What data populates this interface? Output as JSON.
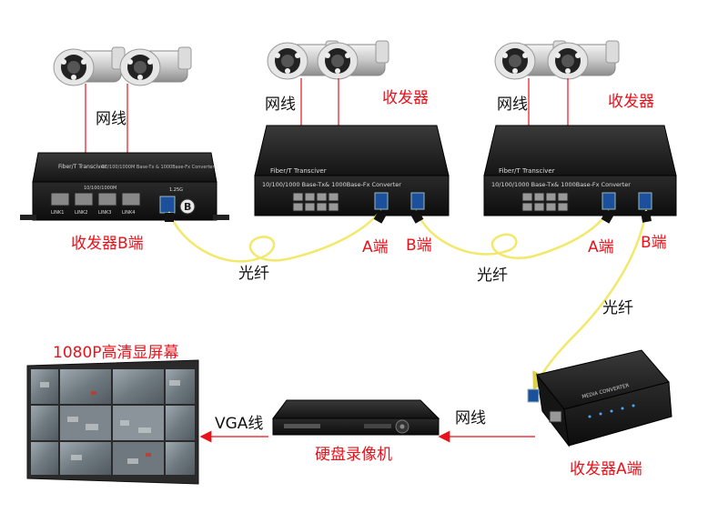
{
  "labels": {
    "network_cable_1": "网线",
    "network_cable_2": "网线",
    "network_cable_3": "网线",
    "network_cable_4": "网线",
    "transceiver_mid": "收发器",
    "transceiver_right": "收发器",
    "transceiver_b_left": "收发器B端",
    "end_a_mid": "A端",
    "end_b_mid": "B端",
    "end_a_right": "A端",
    "end_b_right": "B端",
    "fiber_1": "光纤",
    "fiber_2": "光纤",
    "fiber_3": "光纤",
    "screen_title": "1080P高清显屏幕",
    "vga_cable": "VGA线",
    "nvr": "硬盘录像机",
    "transceiver_a_bottom": "收发器A端"
  },
  "device_text": {
    "small_switch_brand": "Fiber/T Transciver",
    "small_switch_model": "10/100/1000M Base-Tx & 1000Base-Fx Converter",
    "small_switch_speed": "10/100/1000M",
    "small_switch_port_1": "LINK1",
    "small_switch_port_2": "LINK2",
    "small_switch_port_3": "LINK3",
    "small_switch_port_4": "LINK4",
    "small_switch_fiber": "1.25G",
    "small_switch_badge": "B",
    "big_brand": "Fiber/T Transciver",
    "big_model": "10/100/1000 Base-Tx& 1000Base-Fx Converter",
    "media_converter": "MEDIA CONVERTER"
  },
  "colors": {
    "red_label": "#e8121b",
    "fiber_yellow": "#f2e86a",
    "arrow_red": "#e8121b",
    "device_dark": "#1c1c1c"
  }
}
